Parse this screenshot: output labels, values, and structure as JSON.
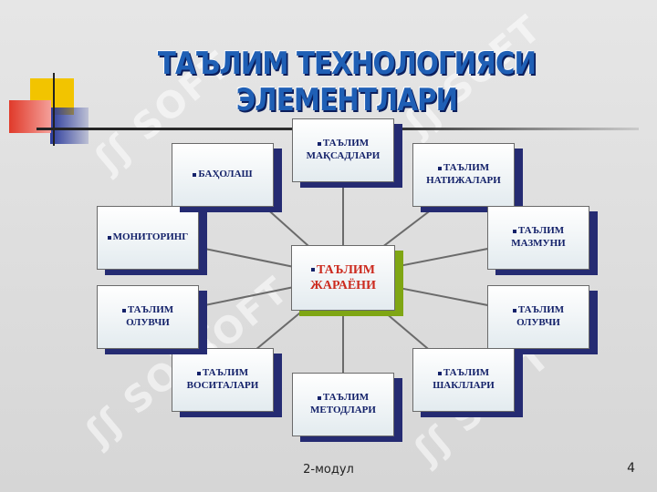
{
  "title": "ТАЪЛИМ ТЕХНОЛОГИЯСИ ЭЛЕМЕНТЛАРИ",
  "center": {
    "label": "ТАЪЛИМ ЖАРАЁНИ"
  },
  "nodes": [
    {
      "id": "maqsad",
      "label": "ТАЪЛИМ МАҚСАДЛАРИ"
    },
    {
      "id": "natija",
      "label": "ТАЪЛИМ НАТИЖАЛАРИ"
    },
    {
      "id": "mazmun",
      "label": "ТАЪЛИМ МАЗМУНИ"
    },
    {
      "id": "oluvchi-right",
      "label": "ТАЪЛИМ ОЛУВЧИ"
    },
    {
      "id": "shakl",
      "label": "ТАЪЛИМ ШАКЛЛАРИ"
    },
    {
      "id": "metod",
      "label": "ТАЪЛИМ МЕТОДЛАРИ"
    },
    {
      "id": "vosita",
      "label": "ТАЪЛИМ ВОСИТАЛАРИ"
    },
    {
      "id": "oluvchi-left",
      "label": "ТАЪЛИМ ОЛУВЧИ"
    },
    {
      "id": "monitoring",
      "label": "МОНИТОРИНГ"
    },
    {
      "id": "baholash",
      "label": "БАҲОЛАШ"
    }
  ],
  "footer": "2-модул",
  "page_number": "4",
  "watermark_text": "SOFT",
  "colors": {
    "title": "#1f5fb5",
    "node_shadow": "#252b72",
    "center_shadow": "#7fa614",
    "center_text": "#cc2a1e"
  }
}
